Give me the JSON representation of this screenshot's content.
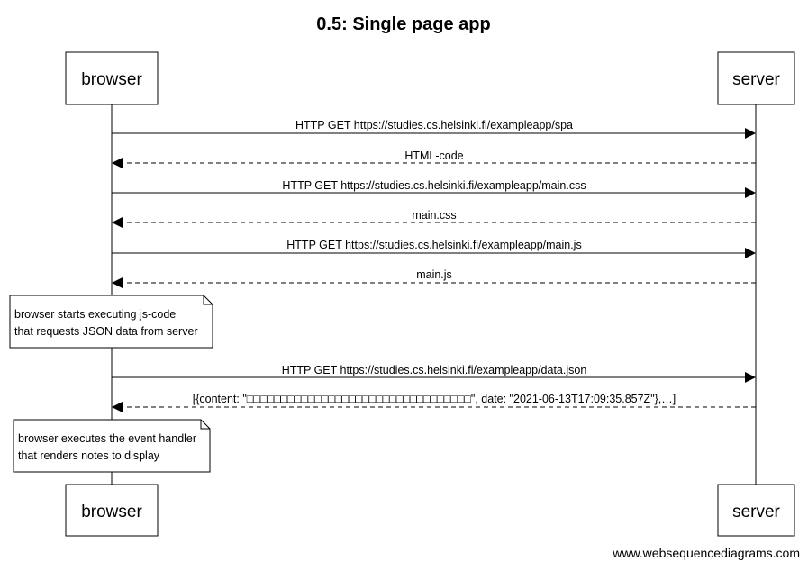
{
  "title": "0.5: Single page app",
  "participants": {
    "left": "browser",
    "right": "server"
  },
  "messages": [
    {
      "from": "browser",
      "to": "server",
      "style": "solid",
      "label": "HTTP GET https://studies.cs.helsinki.fi/exampleapp/spa"
    },
    {
      "from": "server",
      "to": "browser",
      "style": "dashed",
      "label": "HTML-code"
    },
    {
      "from": "browser",
      "to": "server",
      "style": "solid",
      "label": "HTTP GET https://studies.cs.helsinki.fi/exampleapp/main.css"
    },
    {
      "from": "server",
      "to": "browser",
      "style": "dashed",
      "label": "main.css"
    },
    {
      "from": "browser",
      "to": "server",
      "style": "solid",
      "label": "HTTP GET https://studies.cs.helsinki.fi/exampleapp/main.js"
    },
    {
      "from": "server",
      "to": "browser",
      "style": "dashed",
      "label": "main.js"
    },
    {
      "from": "browser",
      "to": "server",
      "style": "solid",
      "label": "HTTP GET https://studies.cs.helsinki.fi/exampleapp/data.json"
    },
    {
      "from": "server",
      "to": "browser",
      "style": "dashed",
      "label": "[{content: \"□□□□□□□□□□□□□□□□□□□□□□□□□□□□□□□□□\", date: \"2021-06-13T17:09:35.857Z\"},…]"
    }
  ],
  "notes": [
    {
      "over": "browser",
      "lines": [
        "browser starts executing js-code",
        "that requests JSON data from server"
      ]
    },
    {
      "over": "browser",
      "lines": [
        "browser executes the event handler",
        "that renders notes to display"
      ]
    }
  ],
  "footer": "www.websequencediagrams.com"
}
